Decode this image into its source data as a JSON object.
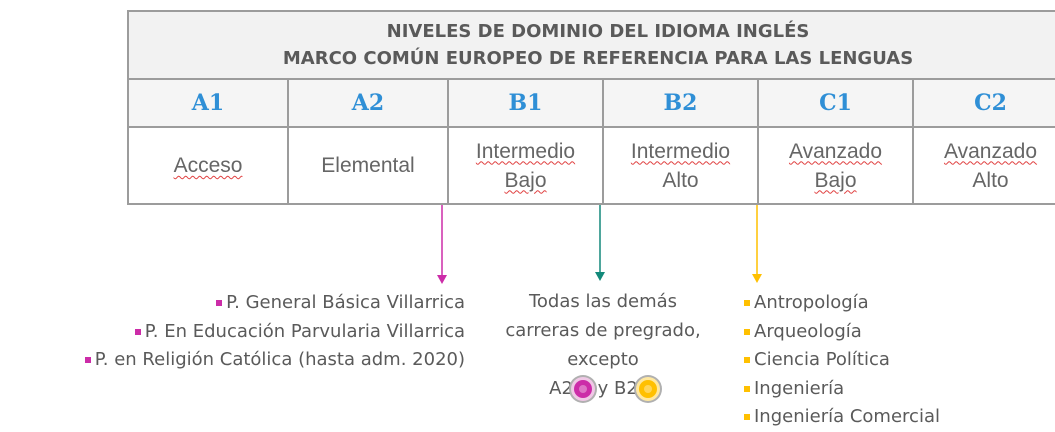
{
  "table": {
    "title_line1": "NIVELES DE DOMINIO DEL IDIOMA INGLÉS",
    "title_line2": "MARCO COMÚN EUROPEO DE REFERENCIA PARA LAS LENGUAS",
    "levels": [
      {
        "code": "A1",
        "line1": "Acceso",
        "line2": ""
      },
      {
        "code": "A2",
        "line1": "Elemental",
        "line2": ""
      },
      {
        "code": "B1",
        "line1": "Intermedio",
        "line2": "Bajo"
      },
      {
        "code": "B2",
        "line1": "Intermedio",
        "line2": "Alto"
      },
      {
        "code": "C1",
        "line1": "Avanzado",
        "line2": "Bajo"
      },
      {
        "code": "C2",
        "line1": "Avanzado",
        "line2": "Alto"
      }
    ]
  },
  "b1_list": [
    "P. General Básica Villarrica",
    "P. En Educación Parvularia Villarrica",
    "P. en Religión Católica (hasta adm. 2020)"
  ],
  "b2_text": {
    "line1": "Todas las demás",
    "line2": "carreras de pregrado,",
    "line3": "excepto",
    "a2_label": "A2",
    "connector": "y",
    "b2_label": "B2"
  },
  "c1_list": [
    "Antropología",
    "Arqueología",
    "Ciencia Política",
    "Ingeniería",
    "Ingeniería Comercial"
  ],
  "colors": {
    "magenta": "#cc2ca8",
    "teal": "#12897a",
    "yellow": "#ffc000",
    "code_blue": "#2f8fd6"
  }
}
